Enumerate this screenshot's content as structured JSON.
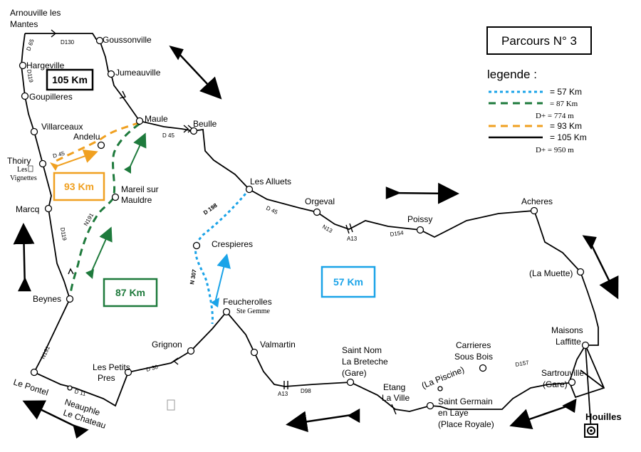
{
  "title": "Parcours N° 3",
  "legend": {
    "title": "legende :",
    "entries": [
      {
        "label": "=   57 Km",
        "color": "#1aa3e8",
        "style": "dotted"
      },
      {
        "label": "=   87 Km",
        "color": "#1e7a3c",
        "style": "dashed",
        "extra": "D+ = 774  m"
      },
      {
        "label": "=   93 Km",
        "color": "#f0a020",
        "style": "dashed"
      },
      {
        "label": "= 105 Km",
        "color": "#000000",
        "style": "solid",
        "extra": "D+ = 950  m"
      }
    ]
  },
  "distance_boxes": {
    "km105": {
      "label": "105 Km",
      "color": "#000000"
    },
    "km93": {
      "label": "93 Km",
      "color": "#f0a020"
    },
    "km87": {
      "label": "87 Km",
      "color": "#1e7a3c"
    },
    "km57": {
      "label": "57 Km",
      "color": "#1aa3e8"
    }
  },
  "towns": {
    "arnouville1": "Arnouville les",
    "arnouville2": "Mantes",
    "goussonville": "Goussonville",
    "hargeville": "Hargeville",
    "jumeauville": "Jumeauville",
    "goupilleres": "Goupilleres",
    "maule": "Maule",
    "beulle": "Beulle",
    "villarceaux": "Villarceaux",
    "andelu": "Andelu",
    "thoiry": "Thoiry",
    "les_vignettes_1": "Les",
    "les_vignettes_2": "Vignettes",
    "mareil1": "Mareil sur",
    "mareil2": "Mauldre",
    "les_alluets": "Les Alluets",
    "orgeval": "Orgeval",
    "poissy": "Poissy",
    "acheres": "Acheres",
    "marcq": "Marcq",
    "crespieres": "Crespieres",
    "la_muette": "(La Muette)",
    "beynes": "Beynes",
    "feucherolles": "Feucherolles",
    "ste_gemme": "Ste Gemme",
    "maisons1": "Maisons",
    "maisons2": "Laffitte",
    "valmartin": "Valmartin",
    "grignon": "Grignon",
    "carrieres1": "Carrieres",
    "carrieres2": "Sous Bois",
    "st_nom1": "Saint Nom",
    "st_nom2": "La Breteche",
    "st_nom3": "(Gare)",
    "petits_pres1": "Les Petits",
    "petits_pres2": "Pres",
    "la_piscine": "(La Piscine)",
    "sartrouville1": "Sartrouville",
    "sartrouville2": "(Gare)",
    "le_pontel": "Le Pontel",
    "etang1": "Etang",
    "etang2": "La Ville",
    "st_germain1": "Saint Germain",
    "st_germain2": "en Laye",
    "st_germain3": "(Place Royale)",
    "neauphle1": "Neauphle",
    "neauphle2": "Le Chateau",
    "houilles": "Houilles"
  },
  "roads": {
    "d130": "D130",
    "d65": "D 65",
    "d119a": "D119",
    "d45a": "D 45",
    "d45b": "D 45",
    "d45c": "D 45",
    "d198": "D 198",
    "n13": "N13",
    "a13a": "A13",
    "d154": "D154",
    "d191": "N191",
    "d119b": "D119",
    "n307": "N 307",
    "n191": "N191",
    "d30": "D 30",
    "d11": "D 11",
    "a13b": "A13",
    "d98": "D98",
    "d157": "D157"
  }
}
